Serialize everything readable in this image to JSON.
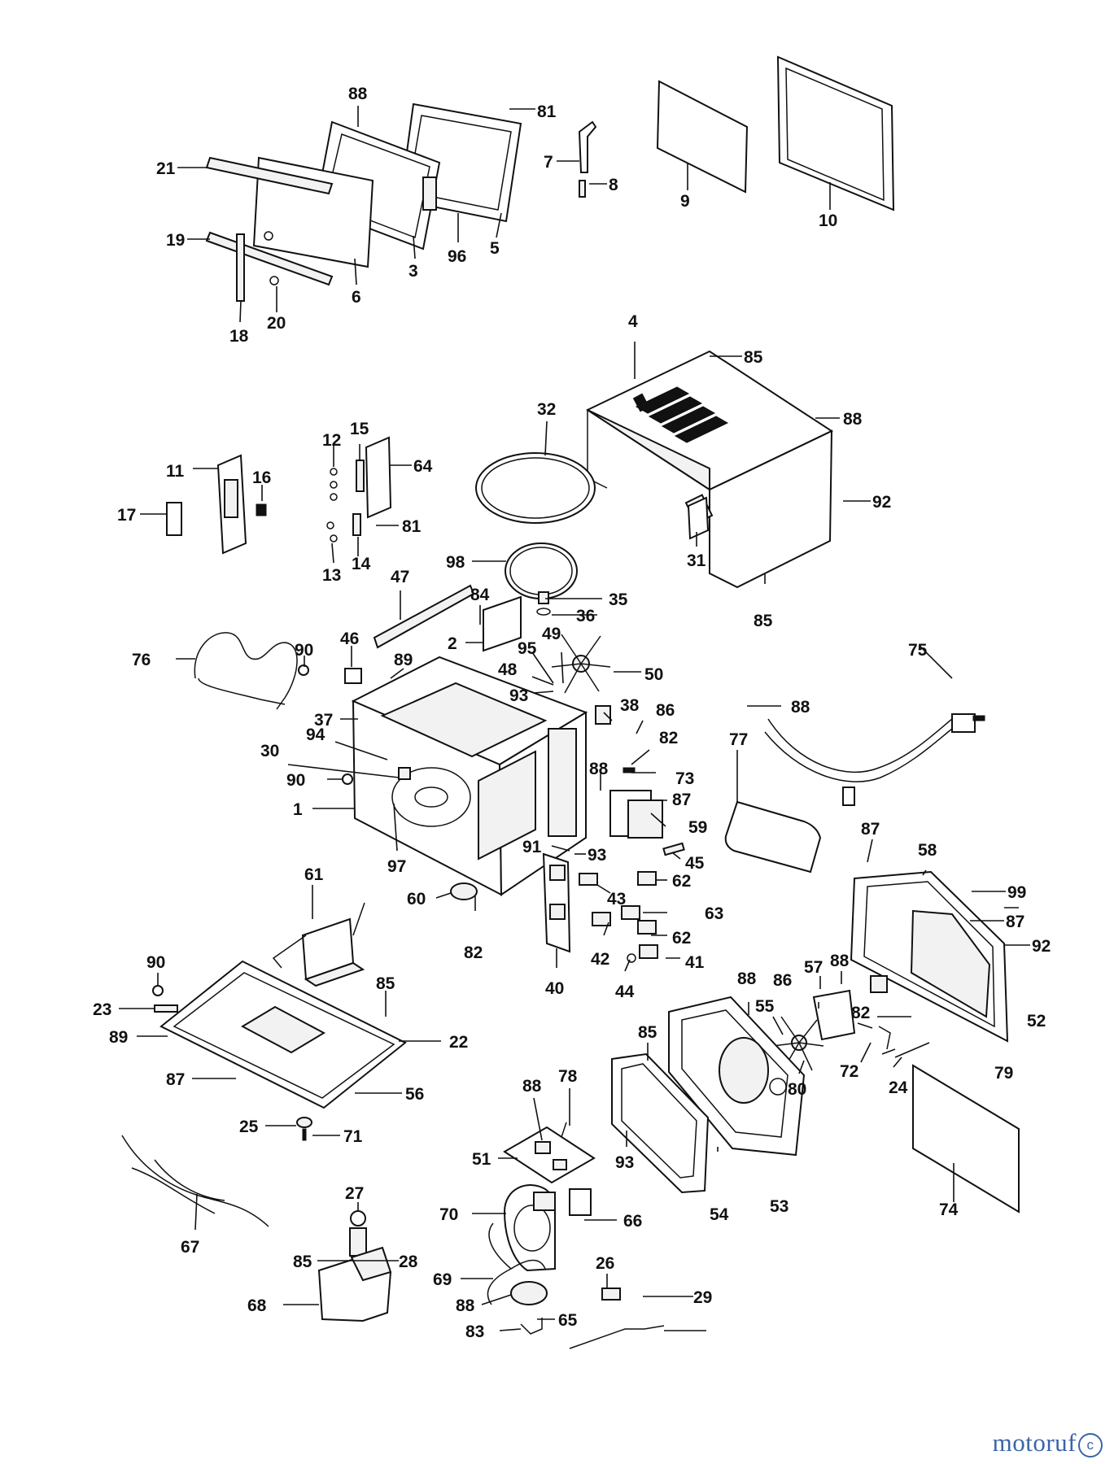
{
  "labels": [
    "88",
    "81",
    "21",
    "7",
    "8",
    "9",
    "10",
    "19",
    "3",
    "96",
    "5",
    "6",
    "20",
    "18",
    "4",
    "85",
    "32",
    "88",
    "92",
    "12",
    "15",
    "64",
    "11",
    "16",
    "17",
    "81",
    "13",
    "14",
    "31",
    "85",
    "98",
    "35",
    "36",
    "47",
    "84",
    "2",
    "46",
    "90",
    "76",
    "89",
    "37",
    "95",
    "49",
    "50",
    "48",
    "93",
    "75",
    "88",
    "94",
    "38",
    "86",
    "30",
    "82",
    "90",
    "88",
    "73",
    "87",
    "1",
    "97",
    "59",
    "77",
    "91",
    "93",
    "45",
    "87",
    "58",
    "61",
    "62",
    "60",
    "43",
    "99",
    "63",
    "82",
    "87",
    "42",
    "62",
    "41",
    "92",
    "40",
    "44",
    "90",
    "85",
    "88",
    "57",
    "23",
    "22",
    "88",
    "82",
    "89",
    "55",
    "86",
    "52",
    "85",
    "87",
    "56",
    "80",
    "79",
    "72",
    "88",
    "78",
    "24",
    "25",
    "71",
    "51",
    "93",
    "54",
    "53",
    "74",
    "67",
    "27",
    "70",
    "66",
    "85",
    "28",
    "69",
    "26",
    "68",
    "88",
    "29",
    "83",
    "65"
  ],
  "watermark": {
    "text": "motoruf",
    "mark": "c"
  }
}
